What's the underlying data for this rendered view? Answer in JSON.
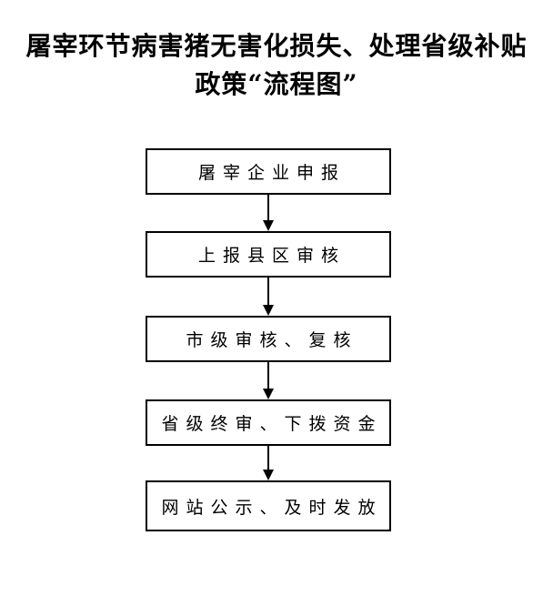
{
  "title": {
    "line1": "屠宰环节病害猪无害化损失、处理省级补贴",
    "line2": "政策“流程图”"
  },
  "flowchart": {
    "type": "vertical-flow",
    "nodes": [
      {
        "label": "屠宰企业申报"
      },
      {
        "label": "上报县区审核"
      },
      {
        "label": "市级审核、复核"
      },
      {
        "label": "省级终审、下拨资金"
      },
      {
        "label": "网站公示、及时发放"
      }
    ],
    "connector": "arrow-down"
  },
  "colors": {
    "background": "#ffffff",
    "box_border": "#000000",
    "text": "#000000",
    "arrow": "#000000"
  }
}
